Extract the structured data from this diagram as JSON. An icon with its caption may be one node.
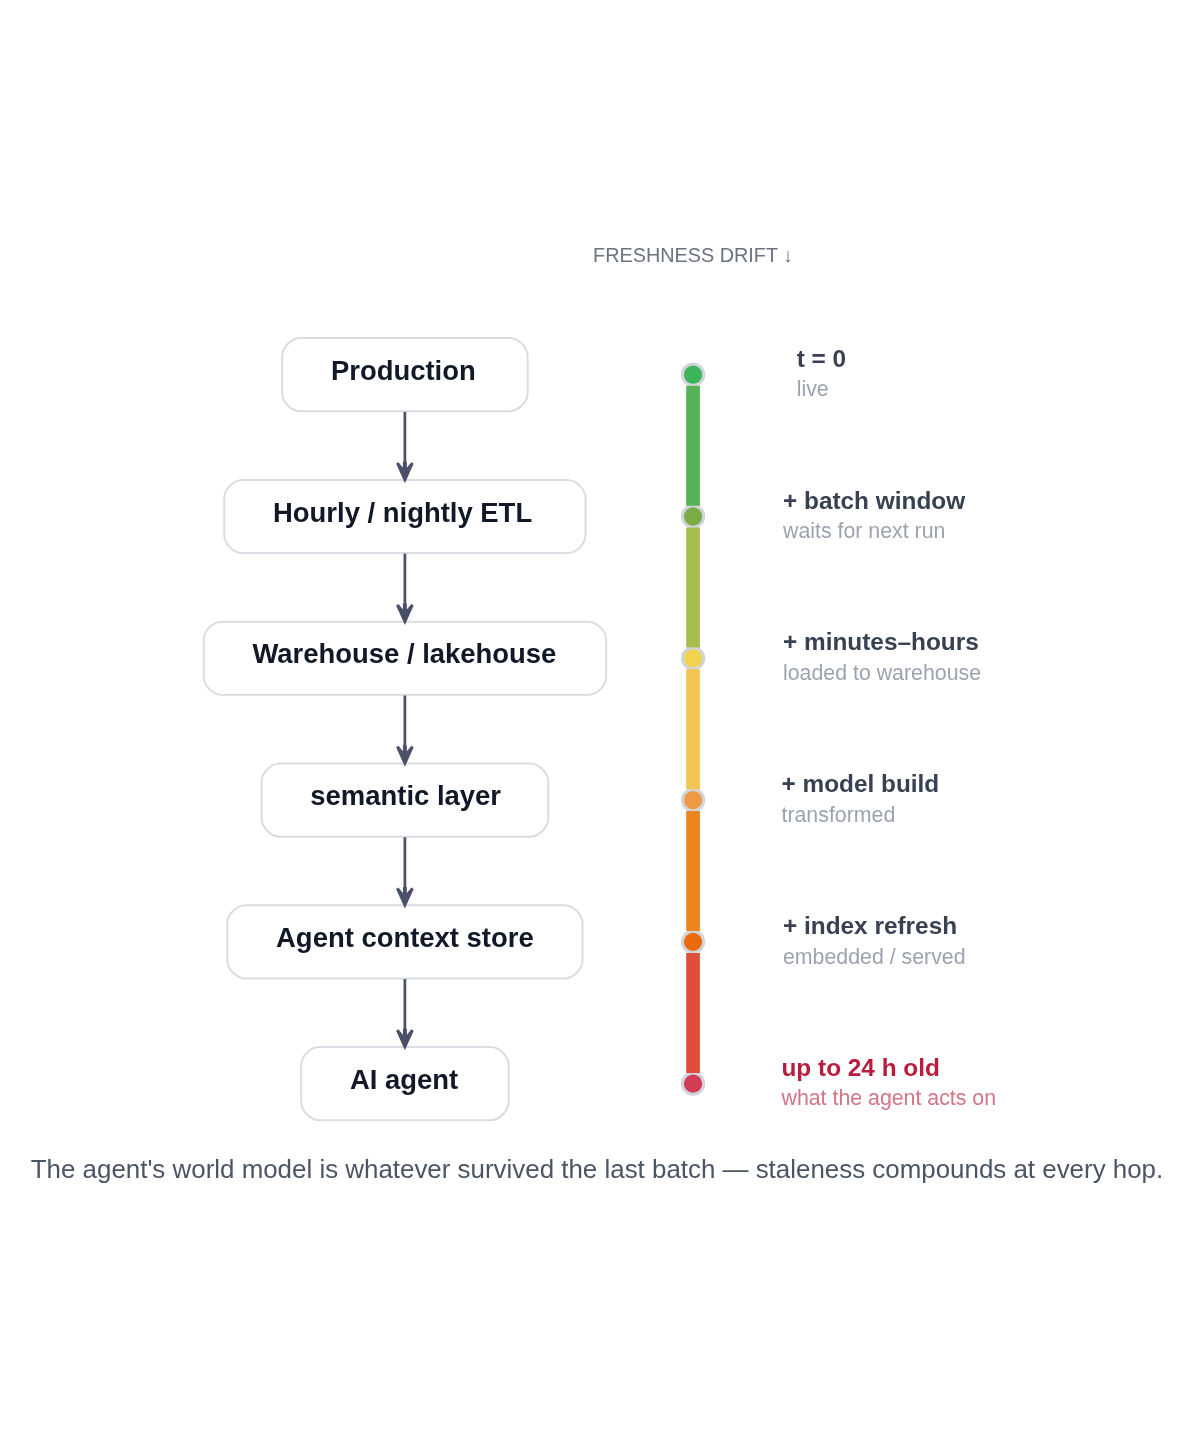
{
  "diagram": {
    "caption": "The agent's world model is whatever survived the last batch — staleness compounds at every hop.",
    "nodes": [
      {
        "text": [
          "Production"
        ]
      },
      {
        "text": [
          "Hourly / nightly ETL"
        ]
      },
      {
        "text": [
          "Warehouse / lakehouse"
        ]
      },
      {
        "text": [
          "semantic layer"
        ]
      },
      {
        "text": [
          "Agent context store"
        ]
      },
      {
        "text": [
          "AI agent"
        ]
      },
      {
        "text": [],
        "shape": "circle",
        "beside": [
          "t = 0",
          "live"
        ]
      },
      {
        "text": [],
        "shape": "circle",
        "beside": [
          "+ batch window",
          "waits for next run"
        ]
      },
      {
        "text": [],
        "shape": "circle",
        "beside": [
          "+ minutes–hours",
          "loaded to warehouse"
        ]
      },
      {
        "text": [],
        "shape": "circle",
        "beside": [
          "+ model build",
          "transformed"
        ]
      },
      {
        "text": [],
        "shape": "circle",
        "beside": [
          "+ index refresh",
          "embedded / served"
        ]
      },
      {
        "text": [],
        "shape": "circle",
        "beside": [
          "up to 24 h old",
          "what the agent acts on"
        ]
      }
    ],
    "edges": [
      {
        "from": 0,
        "to": 1,
        "arrow": "to"
      },
      {
        "from": 1,
        "to": 2,
        "arrow": "to"
      },
      {
        "from": 2,
        "to": 3,
        "arrow": "to"
      },
      {
        "from": 3,
        "to": 4,
        "arrow": "to"
      },
      {
        "from": 4,
        "to": 5,
        "arrow": "to"
      },
      {
        "from": 6,
        "to": 7,
        "arrow": "none",
        "style": "thick",
        "color": "#55b254"
      },
      {
        "from": 7,
        "to": 8,
        "arrow": "none",
        "style": "thick",
        "color": "#a5bf4f"
      },
      {
        "from": 8,
        "to": 9,
        "arrow": "none",
        "style": "thick",
        "color": "#f3c552"
      },
      {
        "from": 9,
        "to": 10,
        "arrow": "none",
        "style": "thick",
        "color": "#ee8420"
      },
      {
        "from": 10,
        "to": 11,
        "arrow": "none",
        "style": "thick",
        "color": "#de4f3a"
      }
    ],
    "labels": [
      "FRESHNESS DRIFT ↓"
    ]
  }
}
